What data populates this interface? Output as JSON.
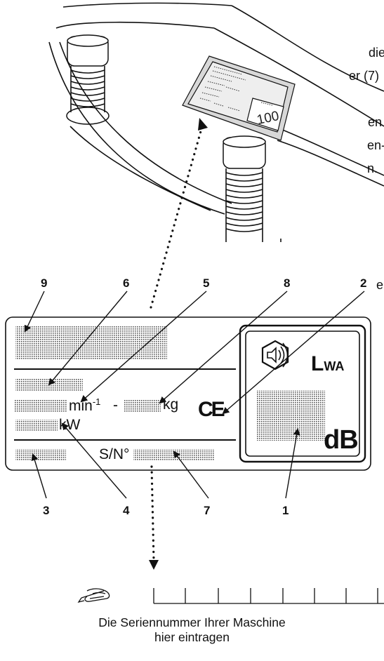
{
  "side_text": {
    "line1": "die",
    "line2": "er (7)",
    "line3": "en",
    "line4": "en-",
    "line5": "n.",
    "line6": "e"
  },
  "mini_plate": {
    "value": "100"
  },
  "plate": {
    "rpm_unit": "min",
    "rpm_exp": "-1",
    "dash": "-",
    "mass_unit": "kg",
    "power_unit": "kW",
    "serial_label": "S/N°",
    "lwa_label": "L",
    "lwa_sub": "WA",
    "db_label": "dB",
    "ce_mark": "CE"
  },
  "callouts": {
    "top": [
      "9",
      "6",
      "5",
      "8",
      "2"
    ],
    "bottom": [
      "3",
      "4",
      "7",
      "1"
    ]
  },
  "caption": {
    "line1": "Die Seriennummer Ihrer Maschine",
    "line2": "hier eintragen"
  },
  "colors": {
    "ink": "#111111",
    "hatch": "#8a8a8a",
    "mini_plate_fill": "#d8d8d8"
  },
  "icons": [
    "pen-hand-icon",
    "loudspeaker-icon",
    "ce-mark"
  ]
}
